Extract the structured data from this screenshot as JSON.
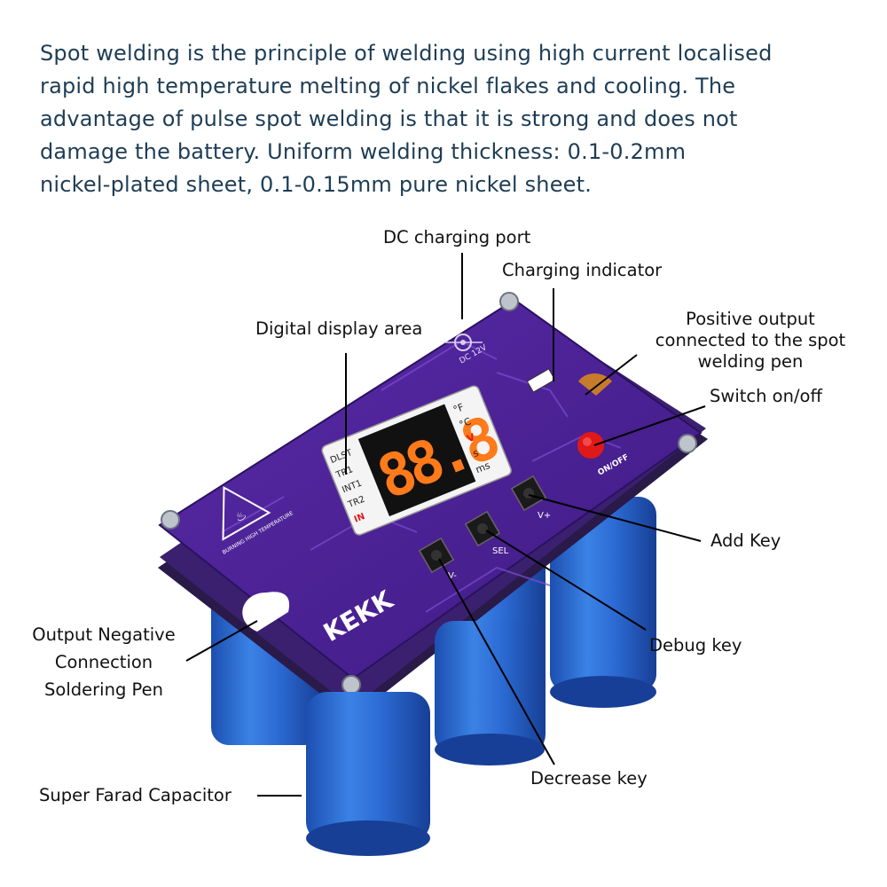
{
  "intro_lines": [
    "Spot welding is the principle of welding using high current localised",
    "rapid high temperature melting of nickel flakes and cooling. The",
    "advantage of pulse spot welding is that it is strong and does not",
    "damage the battery. Uniform welding thickness: 0.1-0.2mm",
    "nickel-plated sheet, 0.1-0.15mm pure nickel sheet."
  ],
  "labels": {
    "dc_charging_port": "DC charging port",
    "charging_indicator": "Charging indicator",
    "digital_display_area": "Digital display area",
    "positive_output": [
      "Positive output",
      "connected to the spot",
      "welding pen"
    ],
    "switch": "Switch on/off",
    "add_key": "Add Key",
    "output_negative": [
      "Output Negative",
      "Connection",
      "Soldering Pen"
    ],
    "debug_key": "Debug key",
    "decrease_key": "Decrease key",
    "super_farad": "Super Farad Capacitor"
  },
  "board": {
    "brand": "KEKK",
    "display_digits": "88.8",
    "display_left_labels": [
      "DLST",
      "TR1",
      "INT1",
      "TR2",
      "IN"
    ],
    "display_right_labels": [
      "°F",
      "°C",
      "V",
      "s",
      "ms"
    ],
    "dc_port_label": "DC 12V",
    "button_labels": [
      "V-",
      "SEL",
      "V+"
    ],
    "switch_label": "ON/OFF",
    "warning_text": "BURNING HIGH TEMPERATURE",
    "colors": {
      "board": "#4a2296",
      "capacitor": "#2f6ed6",
      "digits": "#ff7a1a",
      "switch": "#e01818"
    }
  }
}
